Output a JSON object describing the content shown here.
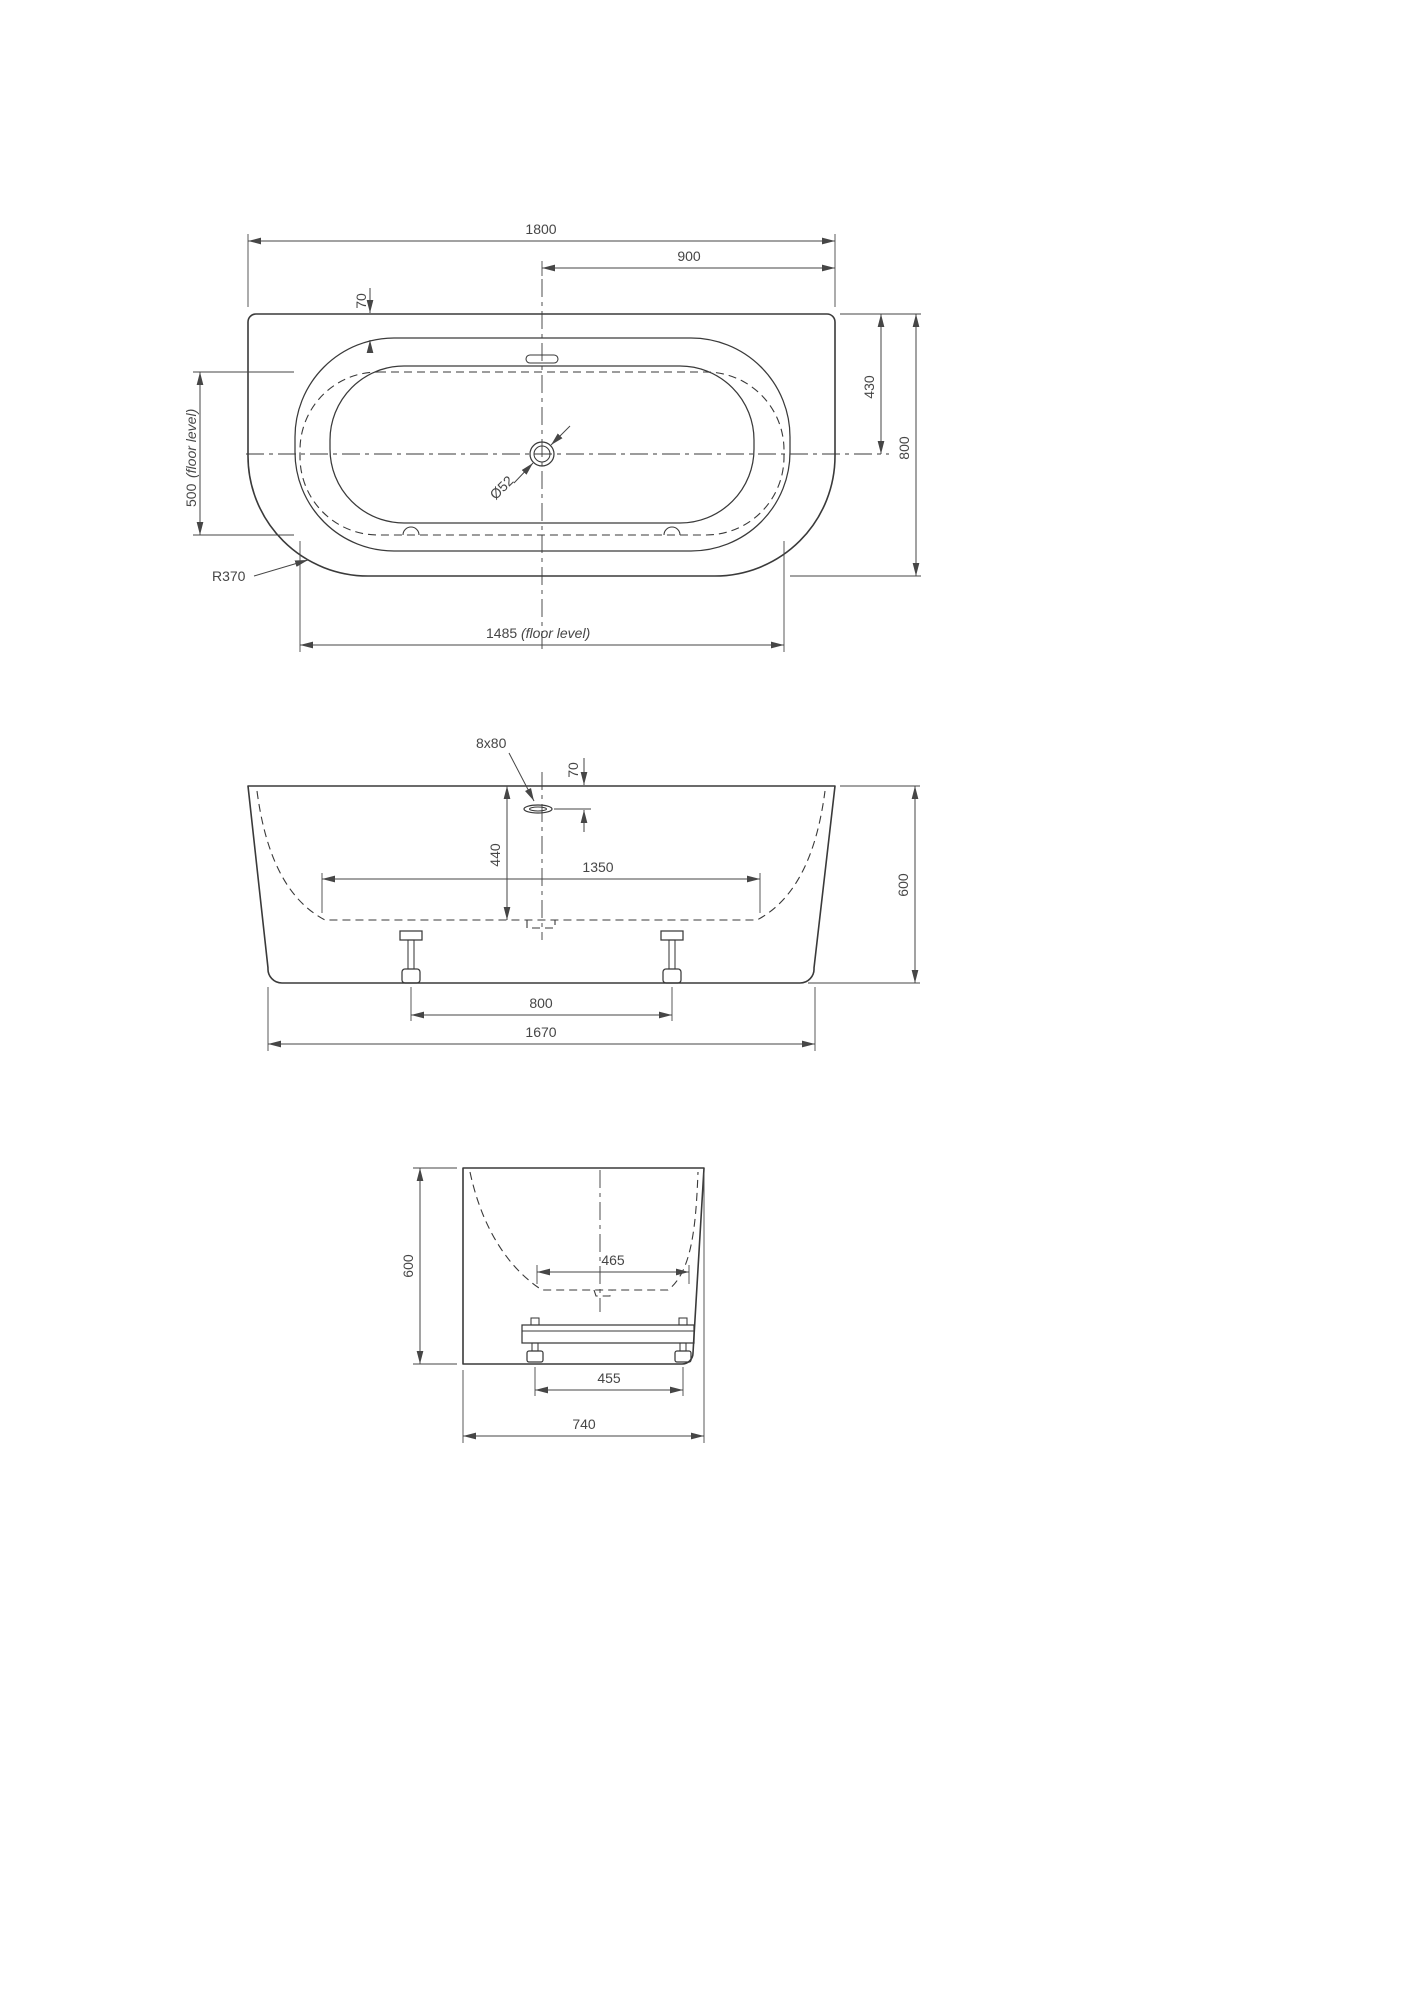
{
  "colors": {
    "bg": "#ffffff",
    "line": "#3a3a3a",
    "dim": "#464646"
  },
  "views": {
    "top": {
      "overall_width": "1800",
      "half_width": "900",
      "rim_offset": "70",
      "drain_offset": "430",
      "overall_depth": "800",
      "floor_width": "500",
      "floor_length": "1485",
      "floor_note": "(floor level)",
      "corner_radius": "R370",
      "drain_diameter": "Ø52"
    },
    "front": {
      "overflow": "8x80",
      "overflow_offset": "70",
      "inner_depth": "440",
      "inner_length": "1350",
      "height": "600",
      "feet_spacing": "800",
      "base_length": "1670"
    },
    "side": {
      "height": "600",
      "inner_width": "465",
      "feet_spacing": "455",
      "base_width": "740"
    }
  }
}
